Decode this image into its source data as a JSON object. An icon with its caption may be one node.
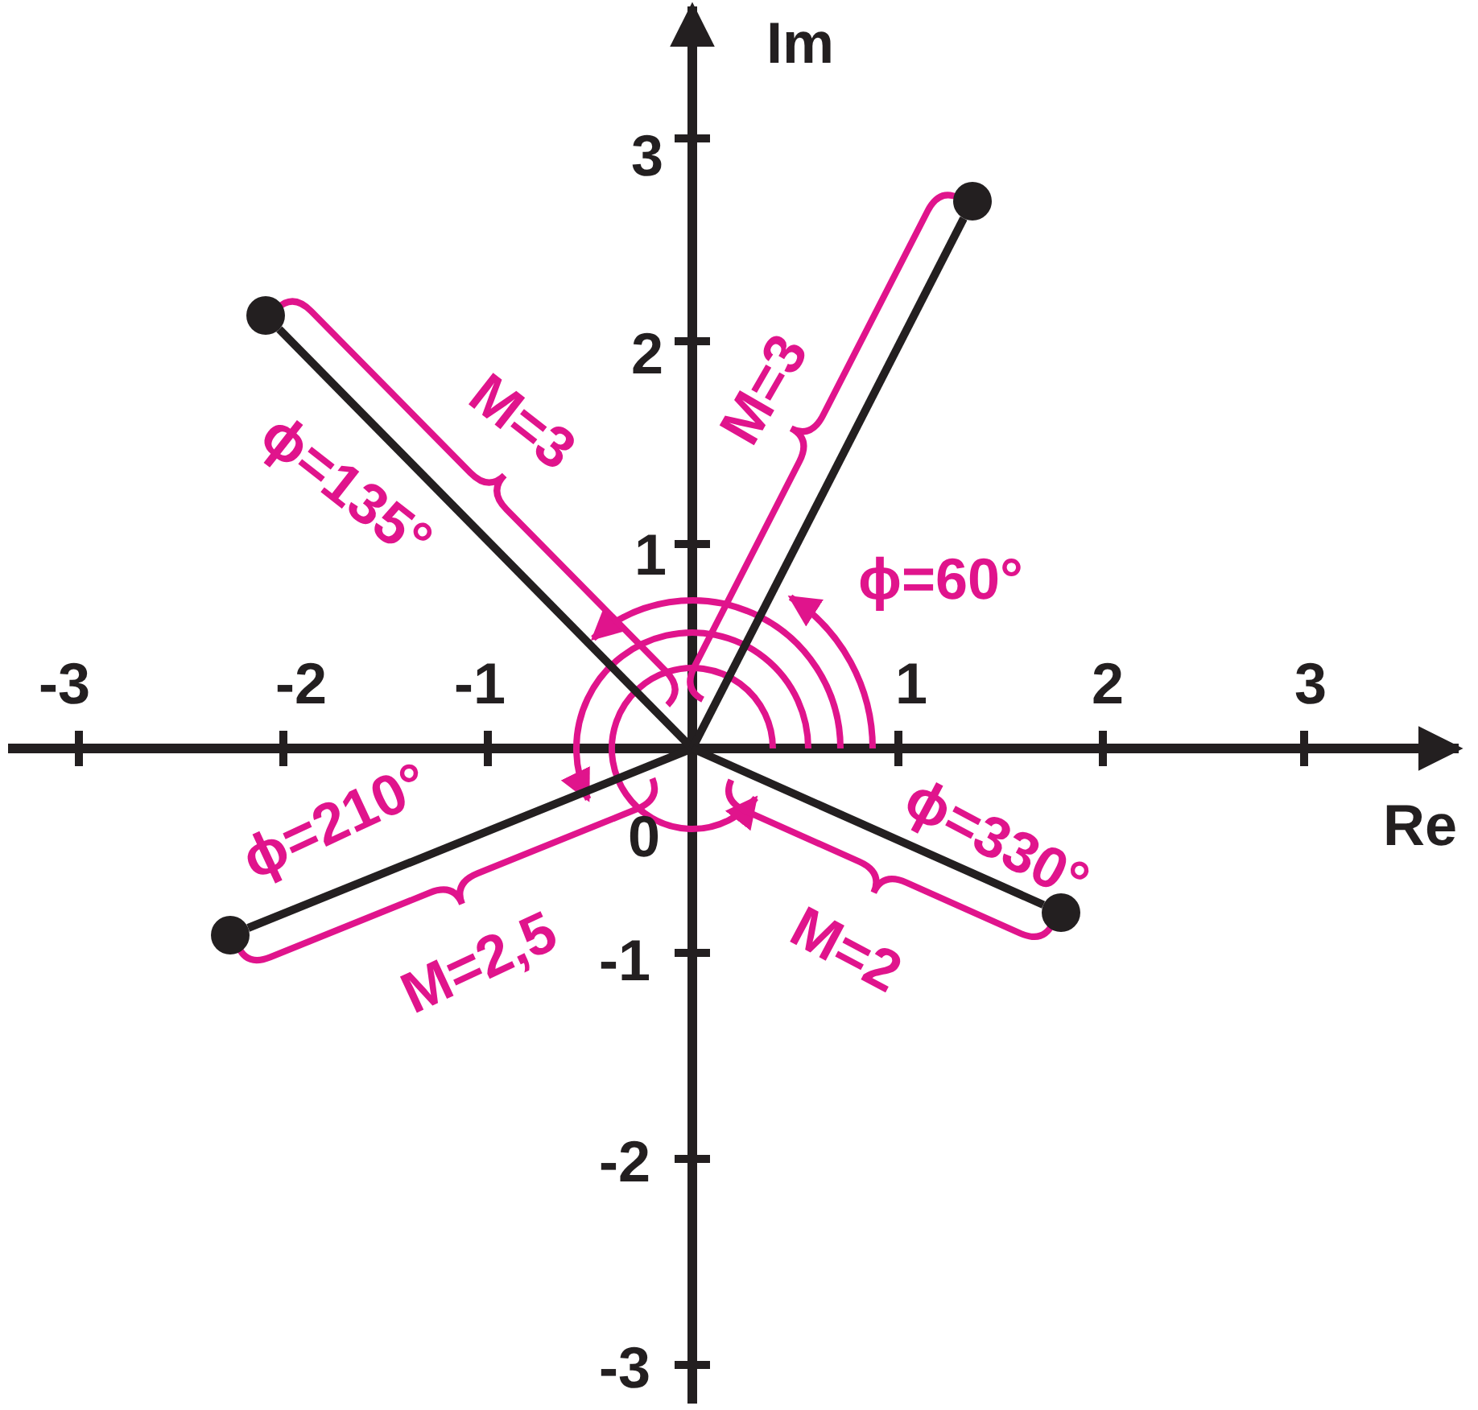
{
  "diagram": {
    "nodes": [
      {
        "text": [],
        "shape": "circle"
      },
      {
        "text": [],
        "shape": "circle"
      },
      {
        "text": [],
        "shape": "circle"
      },
      {
        "text": [],
        "shape": "circle"
      }
    ],
    "edges": [
      {
        "from": null,
        "to": 0,
        "arrow": "none"
      },
      {
        "from": null,
        "to": 1,
        "arrow": "none"
      },
      {
        "from": null,
        "to": 2,
        "arrow": "none"
      },
      {
        "from": null,
        "to": 3,
        "arrow": "none"
      }
    ],
    "labels": [
      "Im",
      "3",
      "2",
      "M=3",
      "M=3",
      "ϕ=135°",
      "1",
      "ϕ=60°",
      "-3",
      "-2",
      "-1",
      "1",
      "2",
      "3",
      "Re",
      "ϕ=210°",
      "0",
      "ϕ=330°",
      "M=2,5",
      "M=2",
      "-1",
      "-2",
      "-3"
    ]
  }
}
